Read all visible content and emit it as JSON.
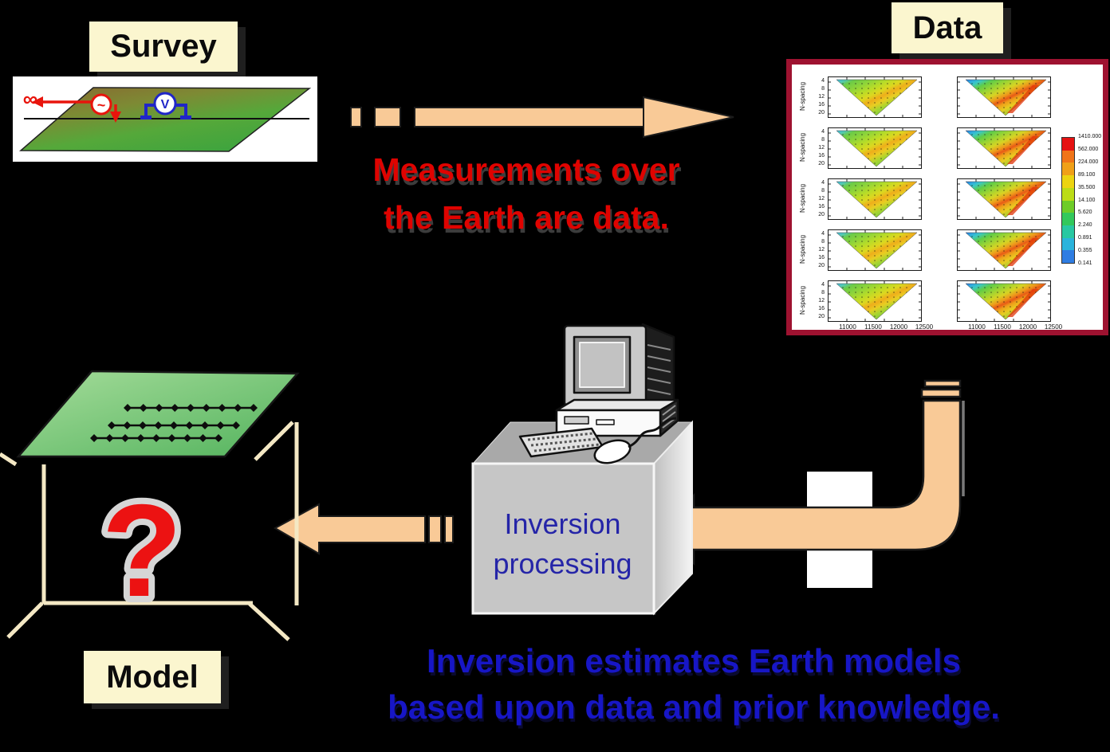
{
  "survey": {
    "label": "Survey",
    "infinity_symbol": "∞",
    "source_symbol": "~",
    "voltmeter_symbol": "V"
  },
  "data_section": {
    "label": "Data",
    "panel": {
      "rows": 5,
      "cols": 2,
      "ylabel": "N-spacing",
      "yticks": [
        "4",
        "8",
        "12",
        "16",
        "20"
      ],
      "xticks": [
        "11000",
        "11500",
        "12000",
        "12500"
      ],
      "colorbar_labels": [
        "1410.000",
        "562.000",
        "224.000",
        "89.100",
        "35.500",
        "14.100",
        "5.620",
        "2.240",
        "0.891",
        "0.355",
        "0.141"
      ],
      "colorbar_colors": [
        "#e51212",
        "#f07418",
        "#f0a018",
        "#ecd411",
        "#bcdc16",
        "#6ecc28",
        "#32c85c",
        "#28c8a2",
        "#2ab4dc",
        "#2f7de2"
      ]
    }
  },
  "flow": {
    "measurements_caption_line1": "Measurements over",
    "measurements_caption_line2": "the Earth are data.",
    "processor_line1": "Inversion",
    "processor_line2": "processing",
    "inversion_caption_line1": "Inversion estimates Earth models",
    "inversion_caption_line2": "based upon data and prior knowledge."
  },
  "model_section": {
    "label": "Model",
    "question_mark": "?"
  },
  "colors": {
    "background": "#000000",
    "arrow_fill": "#F9CA97",
    "label_box_bg": "#FBF6CF",
    "panel_border": "#9E1230",
    "caption_red": "#DF0300",
    "caption_blue": "#1716C6",
    "processor_text": "#2525A8",
    "cube_wireframe": "#F4E8C4",
    "question_red": "#EC1212"
  }
}
